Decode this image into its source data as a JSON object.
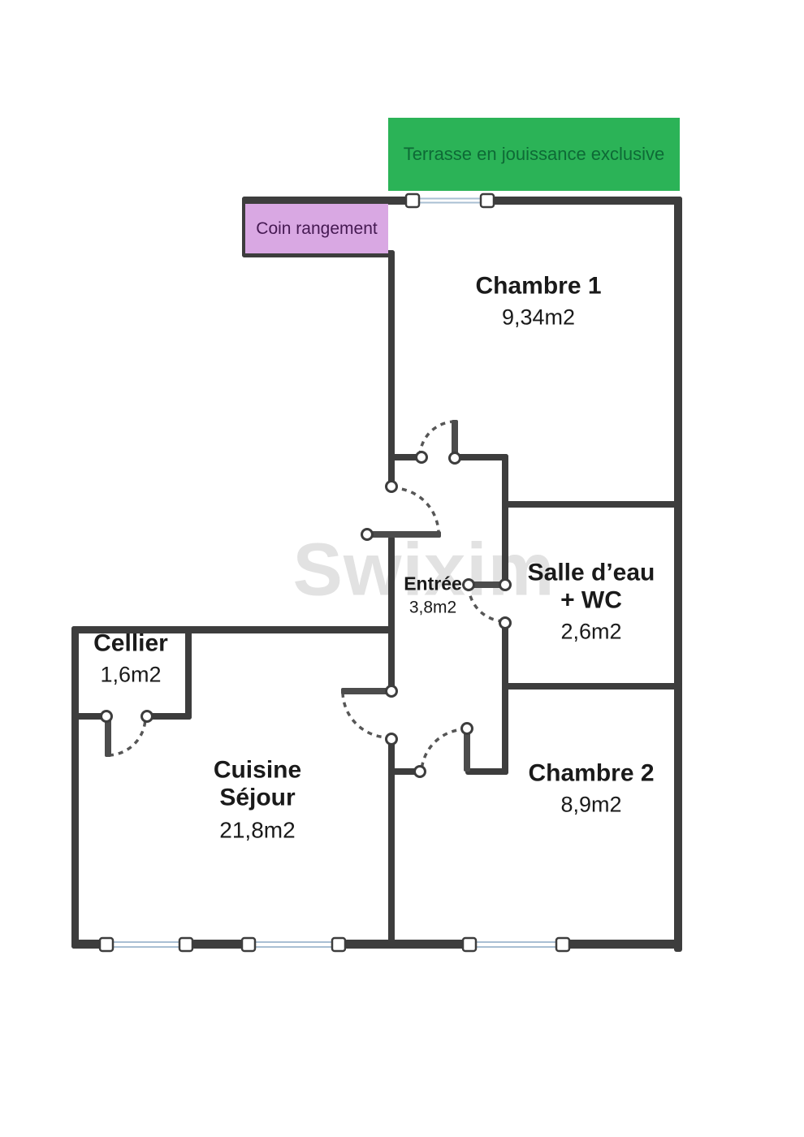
{
  "banners": {
    "terrasse": {
      "label": "Terrasse en jouissance exclusive",
      "bg_color": "#2bb357",
      "text_color": "#0e6a36"
    },
    "coin_rangement": {
      "label": "Coin rangement",
      "bg_color": "#d9a8e3",
      "text_color": "#451952"
    }
  },
  "rooms": {
    "chambre1": {
      "name": "Chambre 1",
      "area": "9,34m2"
    },
    "salle_eau": {
      "name_line1": "Salle d’eau",
      "name_line2": "+ WC",
      "area": "2,6m2"
    },
    "entree": {
      "name": "Entrée",
      "area": "3,8m2"
    },
    "cellier": {
      "name": "Cellier",
      "area": "1,6m2"
    },
    "cuisine": {
      "name_line1": "Cuisine",
      "name_line2": "Séjour",
      "area": "21,8m2"
    },
    "chambre2": {
      "name": "Chambre 2",
      "area": "8,9m2"
    }
  },
  "watermark": {
    "text": "Swixim",
    "color": "#e2e2e2"
  },
  "plan_style": {
    "wall_color": "#3d3d3d",
    "door_leaf_color": "#4c4c4c",
    "swing_arc_color": "#565656",
    "window_glazing_color": "#a9bfd3"
  }
}
